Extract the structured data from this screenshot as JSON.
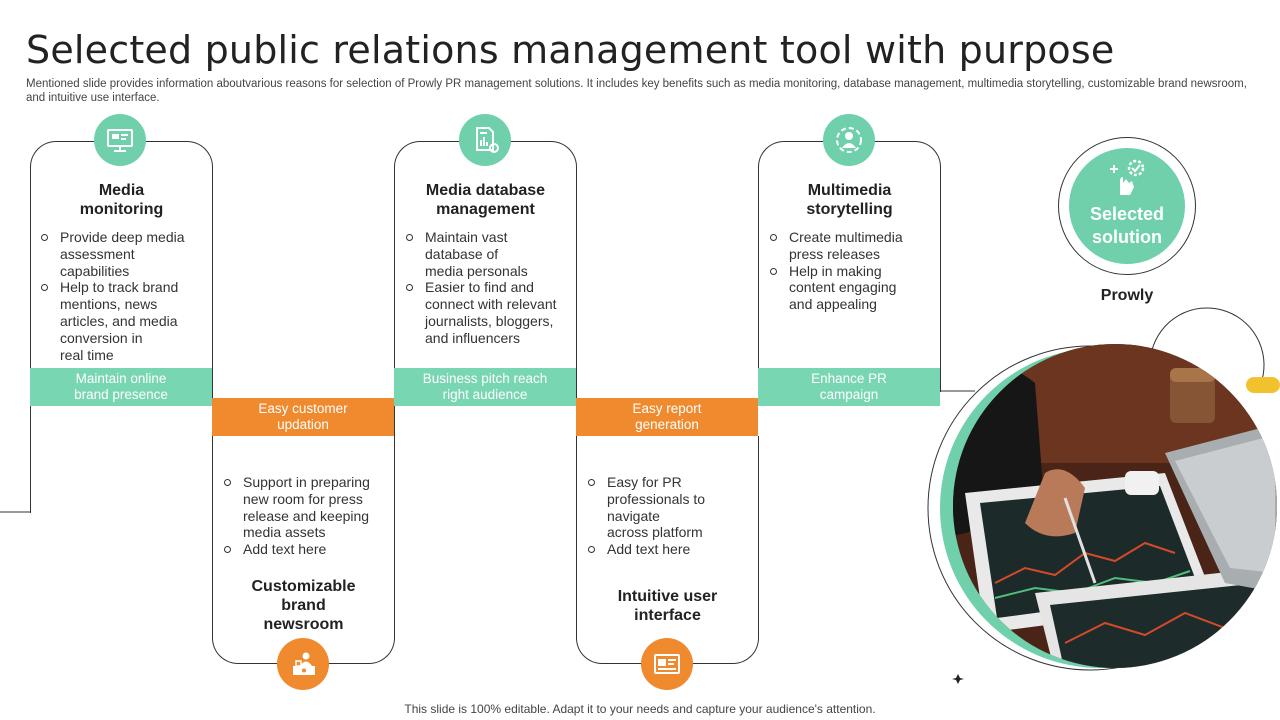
{
  "title": "Selected public relations management tool with purpose",
  "subtitle": "Mentioned slide provides information aboutvarious reasons for selection of Prowly PR management solutions. It includes key benefits such as media monitoring, database management, multimedia storytelling, customizable brand newsroom, and intuitive use interface.",
  "colors": {
    "accent_green": "#6fd0ab",
    "accent_orange": "#ef8a2f"
  },
  "columns": [
    {
      "heading": "Media\nmonitoring",
      "icon": "monitor-screen-icon",
      "bullets": [
        "Provide deep media\nassessment\ncapabilities",
        "Help to track brand\nmentions, news\narticles, and media\nconversion in\nreal time"
      ],
      "band": "Maintain online\nbrand presence"
    },
    {
      "heading": "Customizable\nbrand\nnewsroom",
      "icon": "newsroom-desk-icon",
      "bullets": [
        "Support in preparing\nnew room for press\nrelease and keeping\nmedia assets",
        "Add text here"
      ],
      "band": "Easy customer\nupdation"
    },
    {
      "heading": "Media database\nmanagement",
      "icon": "database-report-icon",
      "bullets": [
        "Maintain vast\ndatabase of\nmedia personals",
        "Easier to find and\nconnect with relevant\njournalists, bloggers,\nand influencers"
      ],
      "band": "Business pitch reach\nright audience"
    },
    {
      "heading": "Intuitive user\ninterface",
      "icon": "user-interface-icon",
      "bullets": [
        "Easy for PR\nprofessionals to\nnavigate\nacross platform",
        "Add text here"
      ],
      "band": "Easy report\ngeneration"
    },
    {
      "heading": "Multimedia\nstorytelling",
      "icon": "storytelling-person-icon",
      "bullets": [
        "Create multimedia\npress releases",
        "Help in making\ncontent engaging\nand appealing"
      ],
      "band": "Enhance PR\ncampaign"
    }
  ],
  "solution": {
    "label": "Selected\nsolution",
    "name": "Prowly",
    "icon": "selection-hand-gear-icon"
  },
  "photo": {
    "icon": "trading-desk-photo"
  },
  "footer": "This slide is 100% editable. Adapt it to your needs and capture your audience's attention."
}
